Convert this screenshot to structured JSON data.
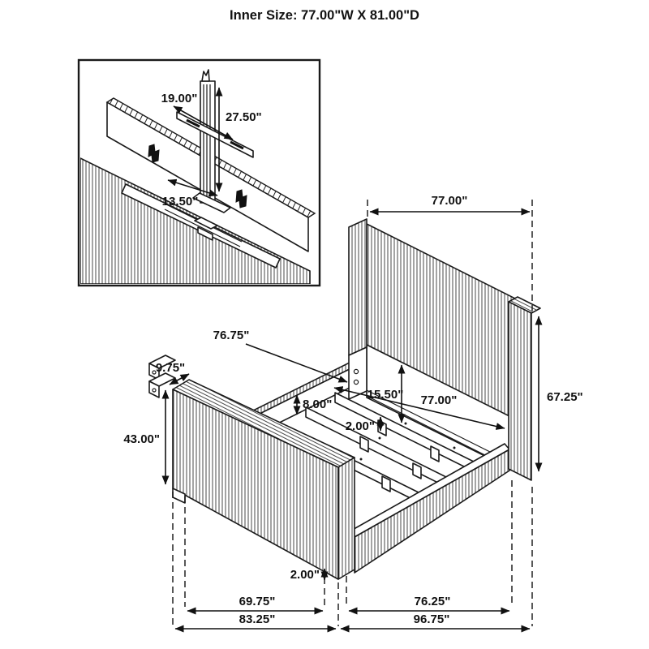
{
  "title": "Inner Size: 77.00\"W X 81.00\"D",
  "colors": {
    "line": "#1a1a1a",
    "background": "#ffffff",
    "text": "#111111"
  },
  "inset": {
    "labels": {
      "bracket_width": "19.00\"",
      "mast_height": "27.50\"",
      "base_plate": "13.50\""
    }
  },
  "dims": {
    "headboard_width": "77.00\"",
    "headboard_height": "67.25\"",
    "side_rail_length": "76.75\"",
    "footboard_depth": "9.75\"",
    "footboard_height": "43.00\"",
    "rail_face_height": "8.00\"",
    "headboard_clearance": "15.50\"",
    "inner_width": "77.00\"",
    "slat_thickness": "2.00\"",
    "base_gap": "2.00\"",
    "footboard_inner_span": "69.75\"",
    "rail_inner_span": "76.25\"",
    "outer_width": "83.25\"",
    "outer_depth": "96.75\""
  }
}
